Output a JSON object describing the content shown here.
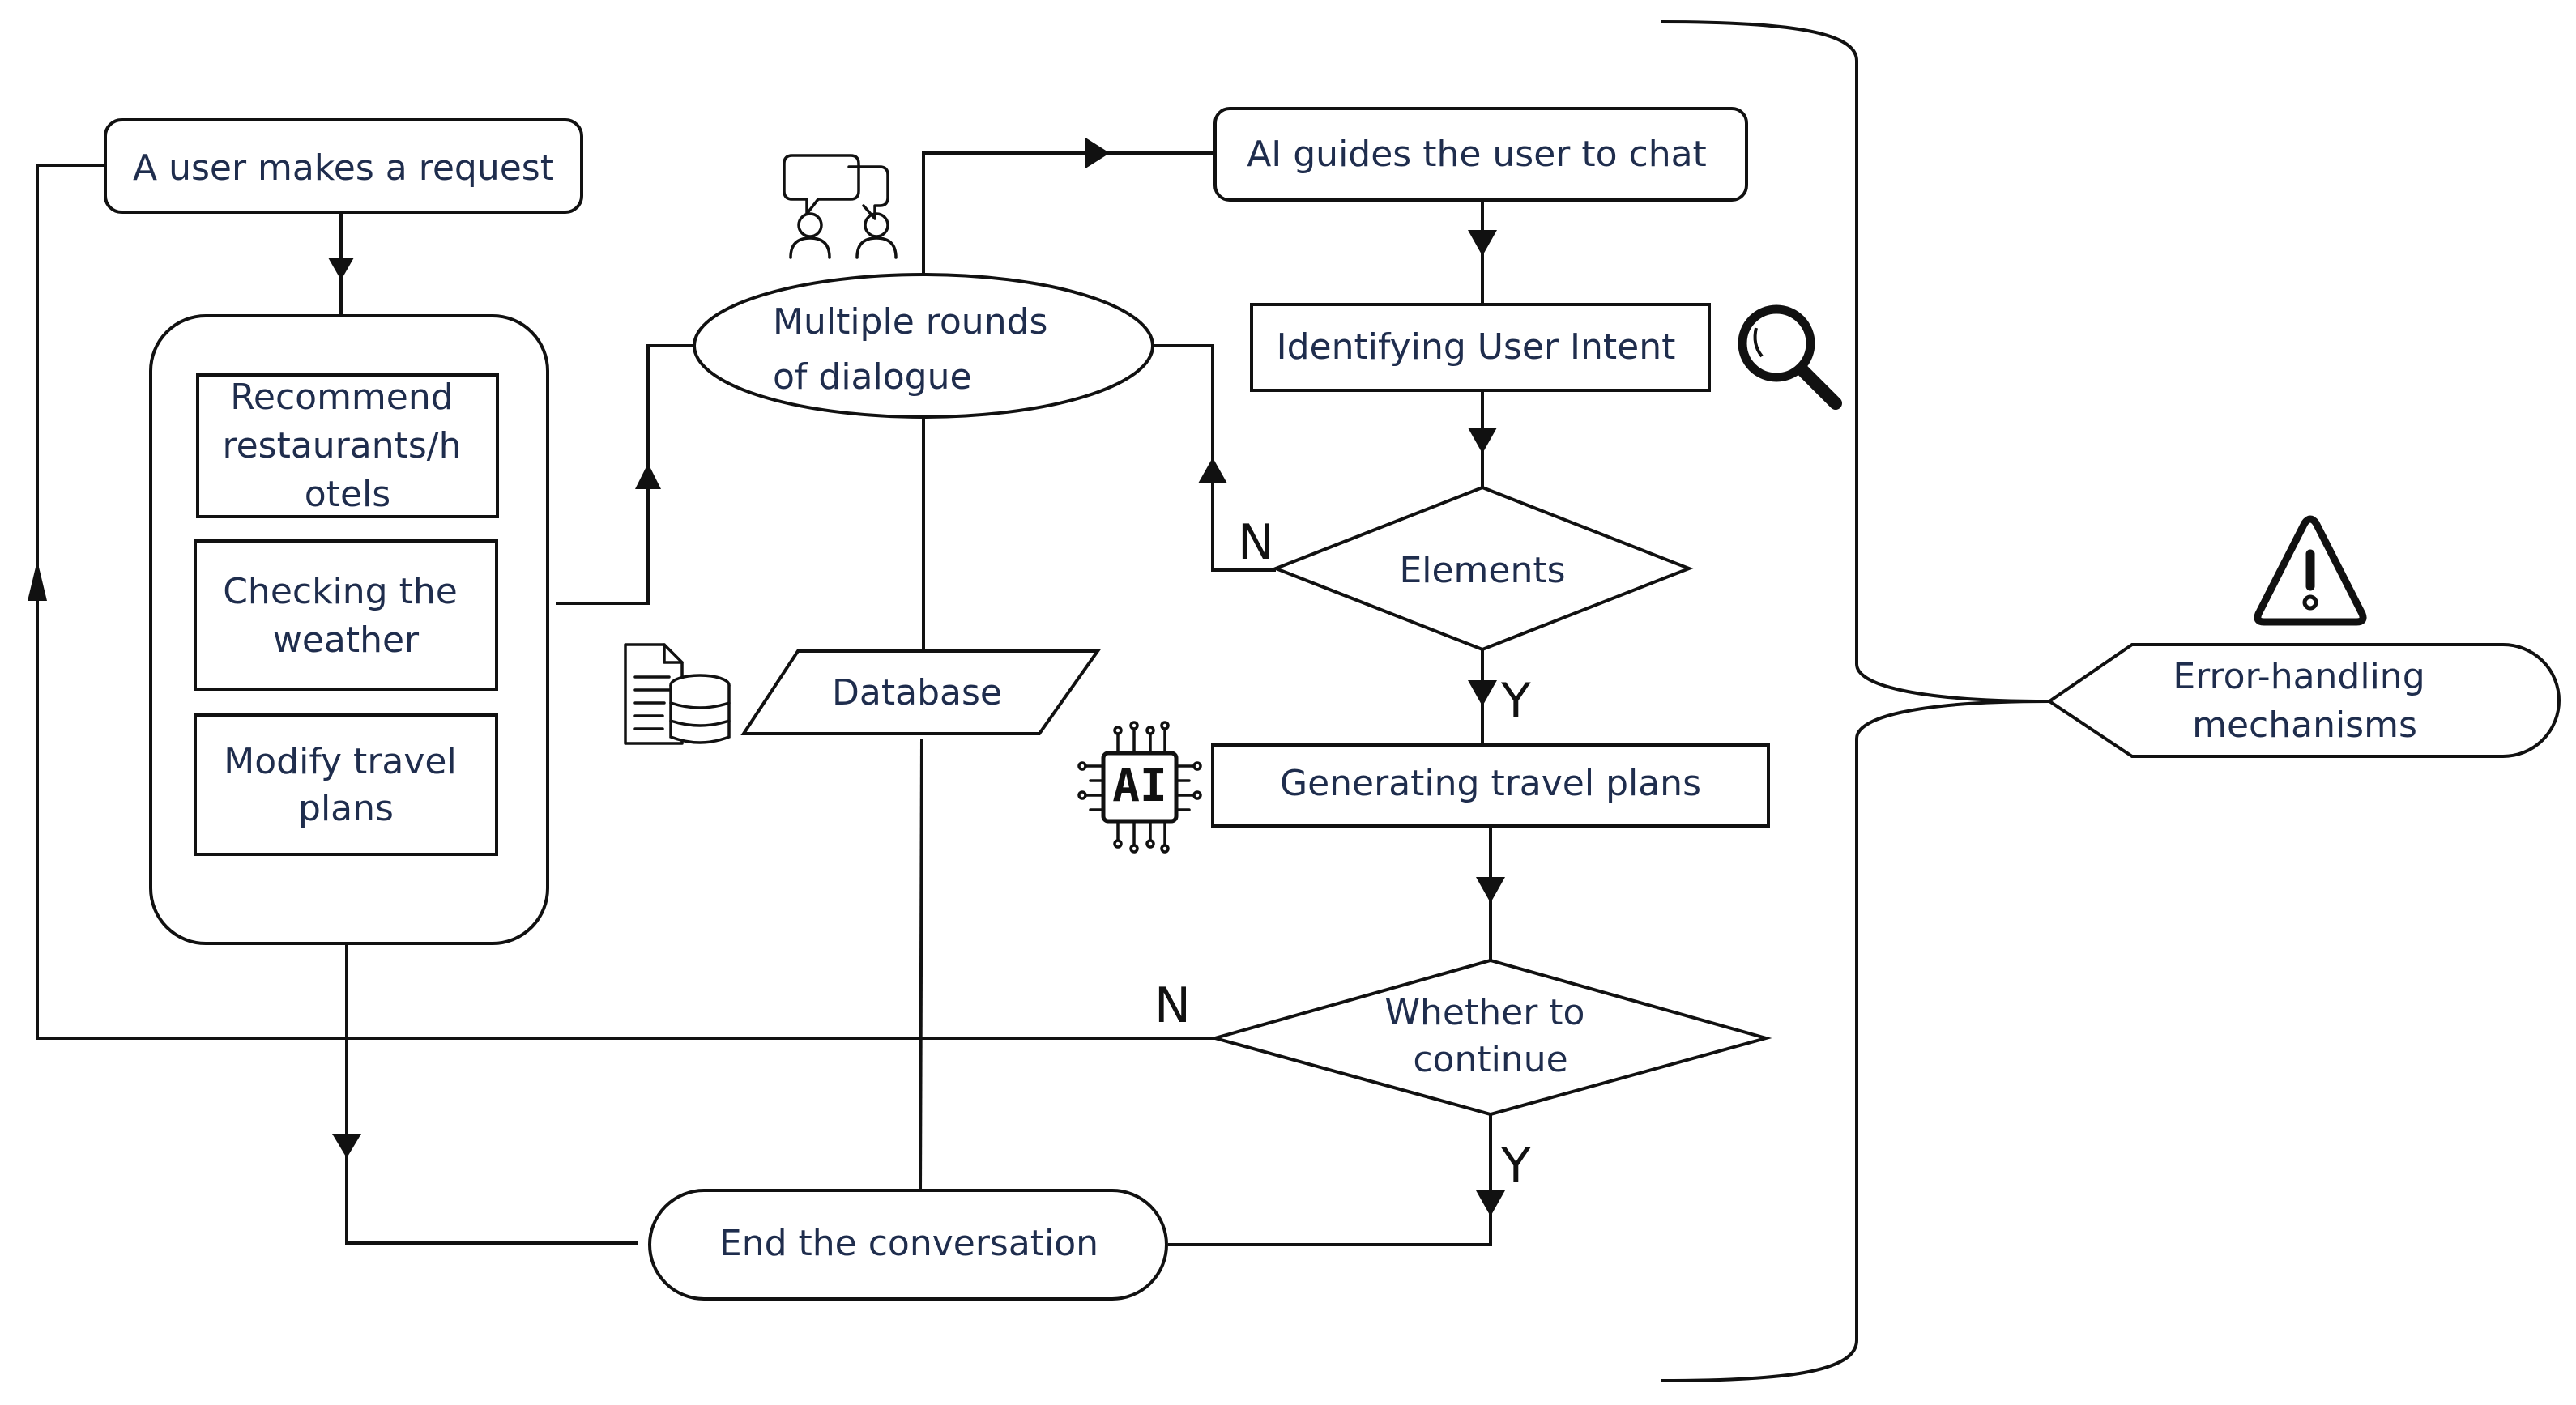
{
  "nodes": {
    "user_request": "A user makes a request",
    "recommend": [
      "Recommend",
      "restaurants/h",
      "otels"
    ],
    "weather": [
      "Checking the",
      "weather"
    ],
    "modify": [
      "Modify travel",
      "plans"
    ],
    "dialogue": [
      "Multiple rounds",
      "of dialogue"
    ],
    "database": "Database",
    "ai_guides": "AI guides the user to chat",
    "intent": "Identifying User Intent",
    "elements": "Elements",
    "generating": "Generating travel plans",
    "continue": [
      "Whether to",
      "continue"
    ],
    "end": "End the conversation",
    "error": [
      "Error-handling",
      "mechanisms"
    ]
  },
  "branch_labels": {
    "elements_no": "N",
    "elements_yes": "Y",
    "continue_no": "N",
    "continue_yes": "Y"
  },
  "icons": {
    "chat": "chat-users-icon",
    "search": "magnifier-icon",
    "database": "document-database-icon",
    "ai": "ai-chip-icon",
    "warning": "warning-icon",
    "ai_chip_text": "AI"
  },
  "colors": {
    "text": "#1f2d4d",
    "stroke": "#111111",
    "background": "#ffffff"
  }
}
